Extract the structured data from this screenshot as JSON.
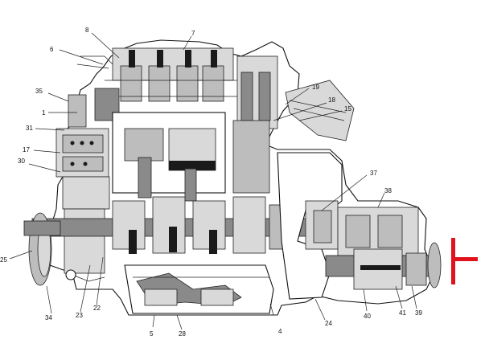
{
  "diagram": {
    "callouts": [
      "1",
      "4",
      "5",
      "6",
      "7",
      "8",
      "15",
      "17",
      "18",
      "19",
      "22",
      "23",
      "24",
      "25",
      "28",
      "30",
      "31",
      "34",
      "35",
      "37",
      "38",
      "39",
      "40",
      "41"
    ],
    "marker_color": "#e0121b"
  }
}
